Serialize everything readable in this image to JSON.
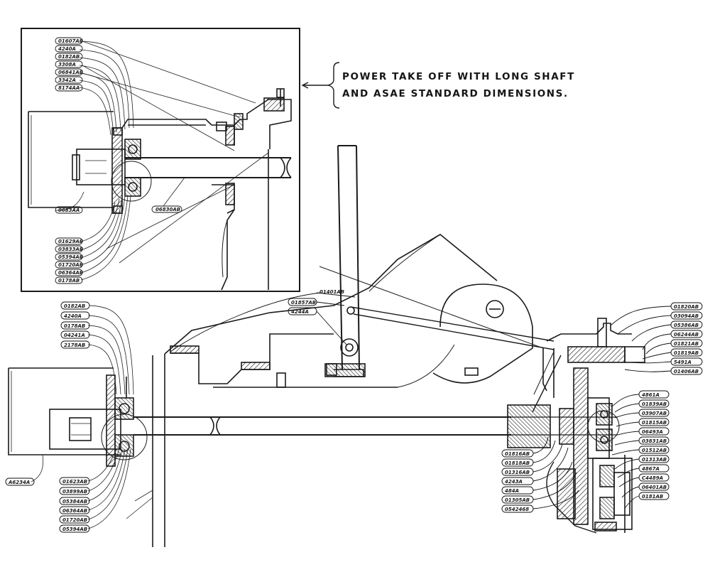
{
  "note": {
    "line1": "POWER TAKE OFF WITH LONG SHAFT",
    "line2": "AND ASAE STANDARD DIMENSIONS."
  },
  "inset_parts": {
    "top": [
      "01607AB",
      "4240A",
      "0182AB",
      "3308A",
      "06841AB",
      "3342A",
      "8174AA"
    ],
    "bottom": [
      "01629AB",
      "03833AB",
      "05394AB",
      "01720AB",
      "06364AB",
      "0178AB"
    ],
    "shaft": "06830AB",
    "left": "0683AA"
  },
  "main_left_parts": {
    "top": [
      "0182AB",
      "4240A",
      "0178AB",
      "04241A",
      "2178AB"
    ],
    "bottom": [
      "01623AB",
      "03899AB",
      "05384AB",
      "06364AB",
      "01720AB",
      "05394AB"
    ],
    "far_left": "A6234A"
  },
  "lever_parts": [
    "01401AB",
    "01857AB",
    "4244A"
  ],
  "right_top_parts": [
    "01820AB",
    "03094AB",
    "05386AB",
    "06244AB",
    "01821AB",
    "01819AB",
    "5491A",
    "01406AB"
  ],
  "right_mid_parts": [
    "4861A",
    "01839AB",
    "03907AB",
    "01815AB",
    "06493A",
    "03831AB",
    "01512AB",
    "01313AB",
    "4867A",
    "C4489A",
    "06401AB",
    "0181AB"
  ],
  "right_bottom_parts": [
    "01816AB",
    "01818AB",
    "01316AB",
    "4243A",
    "484A",
    "01305AB",
    "0542468"
  ]
}
